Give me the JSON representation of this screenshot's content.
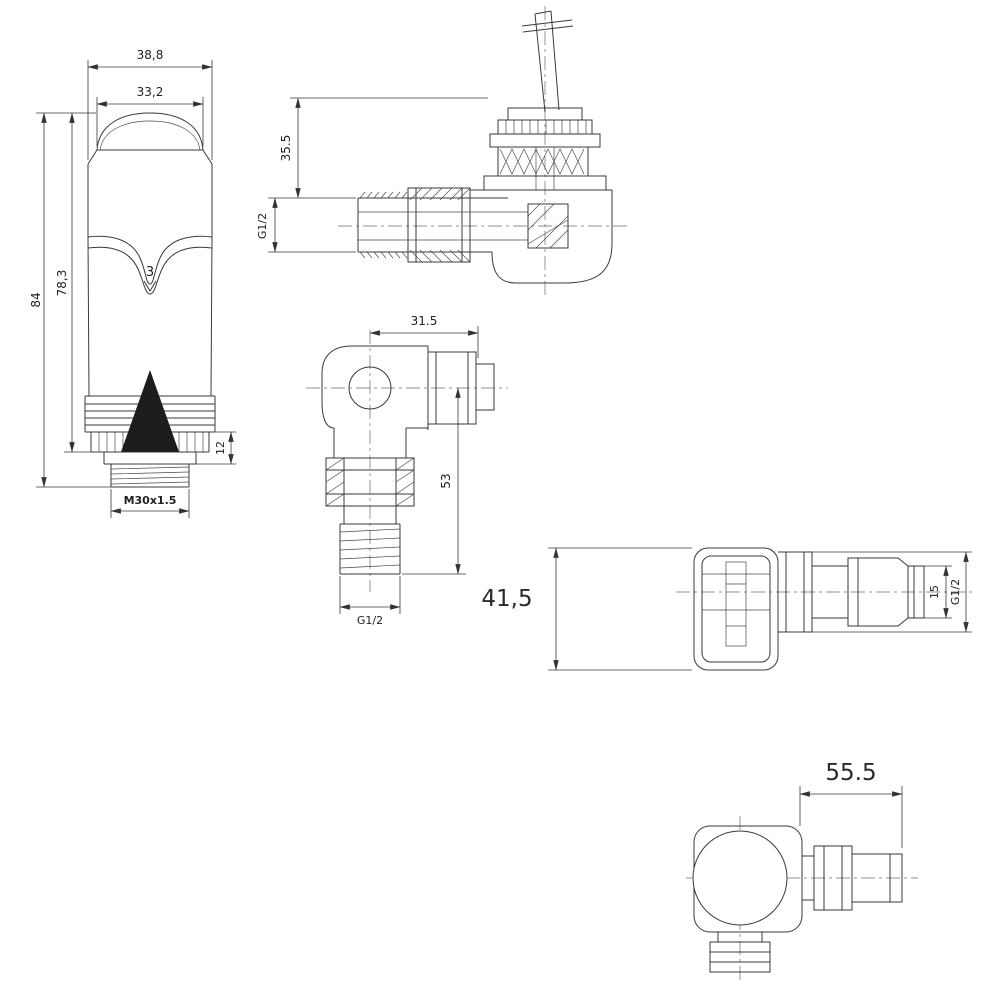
{
  "canvas": {
    "background": "#ffffff",
    "line_color": "#3a3a3a"
  },
  "views": {
    "trv_head": {
      "dims": {
        "outer_width": "38,8",
        "cap_width": "33,2",
        "overall_height": "84",
        "body_height": "78,3",
        "setting_number": "3",
        "collar_height": "12",
        "thread": "M30x1.5"
      }
    },
    "angle_valve_section": {
      "dims": {
        "height": "35.5",
        "thread": "G1/2"
      }
    },
    "elbow_body": {
      "dims": {
        "width": "31.5",
        "height": "53",
        "thread": "G1/2"
      }
    },
    "side_valve": {
      "dims": {
        "height": "41,5",
        "pipe": "15",
        "thread": "G1/2"
      }
    },
    "corner_valve": {
      "dims": {
        "width": "55.5"
      }
    }
  }
}
